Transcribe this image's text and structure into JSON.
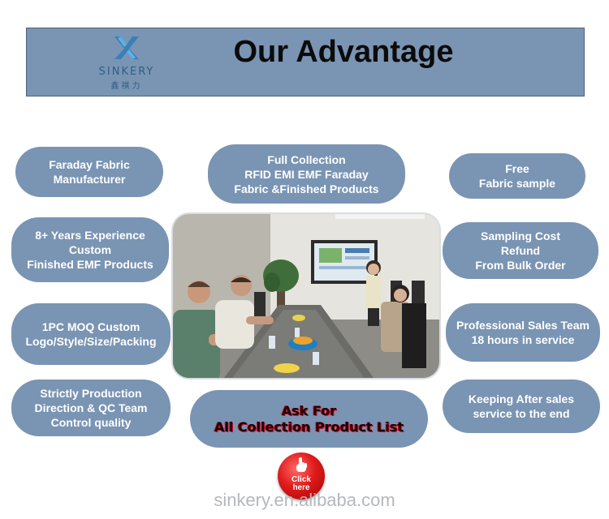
{
  "header": {
    "title": "Our Advantage",
    "logo": {
      "brand": "SINKERY",
      "cn": "鑫祺力"
    }
  },
  "advantages": {
    "faraday_fabric": "Faraday Fabric\nManufacturer",
    "full_collection": "Full Collection\nRFID EMI EMF Faraday\nFabric &Finished Products",
    "free_sample": "Free\nFabric  sample",
    "years_experience": "8+ Years Experience\nCustom\nFinished EMF Products",
    "sampling_cost": "Sampling Cost\nRefund\nFrom Bulk Order",
    "moq": "1PC MOQ Custom\nLogo/Style/Size/Packing",
    "sales_team": "Professional Sales Team\n18 hours in service",
    "qc_team": "Strictly  Production\nDirection & QC Team\nControl  quality",
    "after_sales": "Keeping After sales\nservice to the end"
  },
  "ask": {
    "line1": "Ask For",
    "line2": "All Collection Product List"
  },
  "click_button": {
    "label": "Click\nhere"
  },
  "watermark": "sinkery.en.alibaba.com",
  "colors": {
    "pill": "#7a94b3",
    "button_red": "#e01a1a",
    "ask_text_outline": "#c8102e"
  }
}
